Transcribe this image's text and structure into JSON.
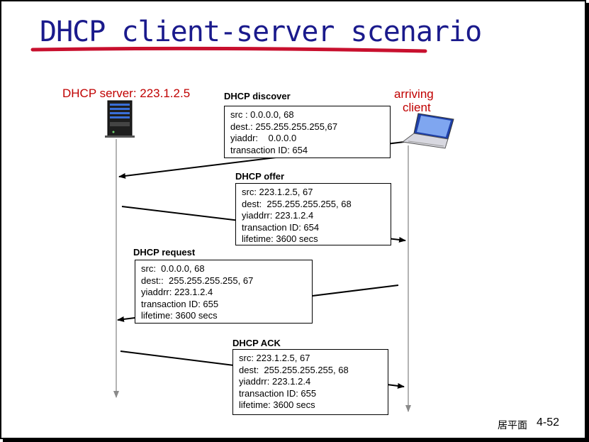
{
  "title": "DHCP client-server scenario",
  "server_label": "DHCP server: 223.1.2.5",
  "client_label_1": "arriving",
  "client_label_2": "client",
  "messages": [
    {
      "name": "DHCP discover",
      "lines": [
        "src : 0.0.0.0, 68",
        "dest.: 255.255.255.255,67",
        "yiaddr:    0.0.0.0",
        "transaction ID: 654"
      ]
    },
    {
      "name": "DHCP offer",
      "lines": [
        "src: 223.1.2.5, 67",
        "dest:  255.255.255.255, 68",
        "yiaddrr: 223.1.2.4",
        "transaction ID: 654",
        "lifetime: 3600 secs"
      ]
    },
    {
      "name": "DHCP request",
      "lines": [
        "src:  0.0.0.0, 68",
        "dest::  255.255.255.255, 67",
        "yiaddrr: 223.1.2.4",
        "transaction ID: 655",
        "lifetime: 3600 secs"
      ]
    },
    {
      "name": "DHCP ACK",
      "lines": [
        "src: 223.1.2.5, 67",
        "dest:  255.255.255.255, 68",
        "yiaddrr: 223.1.2.4",
        "transaction ID: 655",
        "lifetime: 3600 secs"
      ]
    }
  ],
  "footer_text": "居平面",
  "page_number": "4-52",
  "colors": {
    "title": "#1a1a8c",
    "underline": "#c8102e",
    "red_label": "#c00000"
  }
}
